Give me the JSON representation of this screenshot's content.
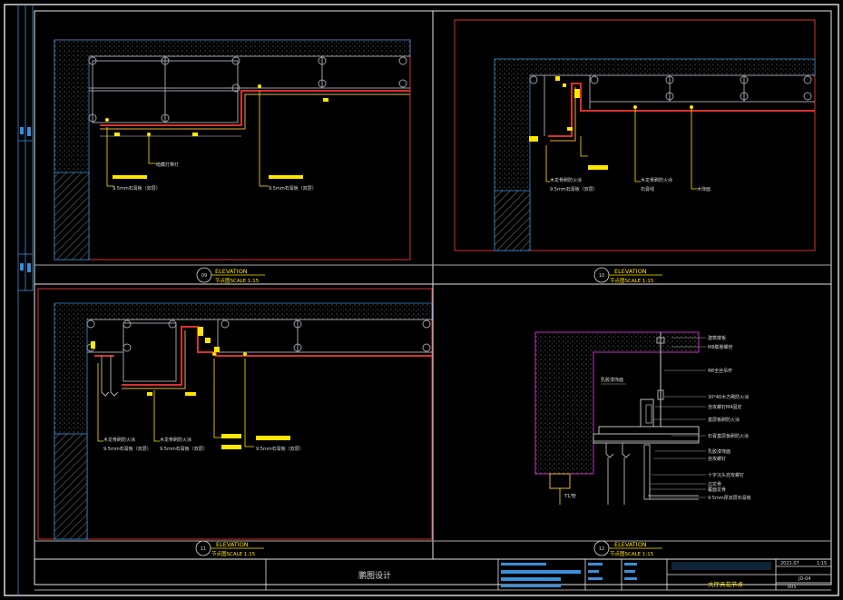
{
  "title_block": {
    "company_text": "鹏图设计",
    "drawing_title": "大厅天花节点",
    "scale": "1:15",
    "sheet_no": "JD-04",
    "date": "2021.07",
    "page": "005"
  },
  "views": [
    {
      "num": "09",
      "title": "ELEVATION",
      "subtitle": "节点图SCALE 1:15"
    },
    {
      "num": "10",
      "title": "ELEVATION",
      "subtitle": "节点图SCALE 1:15"
    },
    {
      "num": "11",
      "title": "ELEVATION",
      "subtitle": "节点图SCALE 1:15"
    },
    {
      "num": "12",
      "title": "ELEVATION",
      "subtitle": "节点图SCALE 1:15"
    }
  ],
  "labels": {
    "v09_a": "暗藏灯带灯",
    "v09_b": "9.5mm石膏板（双层）",
    "v09_c": "9.5mm石膏板（双层）",
    "v10_a": "木龙骨刷防火涂",
    "v10_b": "9.5mm石膏板（双层）",
    "v10_c": "木龙骨刷防火涂",
    "v10_d": "石膏线",
    "v10_e": "木饰面",
    "v11_a": "木龙骨刷防火涂",
    "v11_b": "9.5mm石膏板（双层）",
    "v11_c": "木龙骨刷防火涂",
    "v11_d": "9.5mm石膏板（双层）",
    "v11_e": "9.5mm石膏板（双层）",
    "v12": [
      "建筑楼板",
      "M8膨胀螺栓",
      "Φ8全丝吊杆",
      "乳胶漆饰面",
      "30*40木方刷防火涂",
      "自攻螺钉M4固定",
      "基层板刷防火涂",
      "石膏基层板刷防火涂",
      "乳胶漆饰面",
      "自攻螺钉",
      "十字沉头自攻螺钉",
      "边龙骨",
      "覆面龙骨",
      "9.5mm厚双层石膏板"
    ],
    "v12_bottom": "T1/管"
  }
}
